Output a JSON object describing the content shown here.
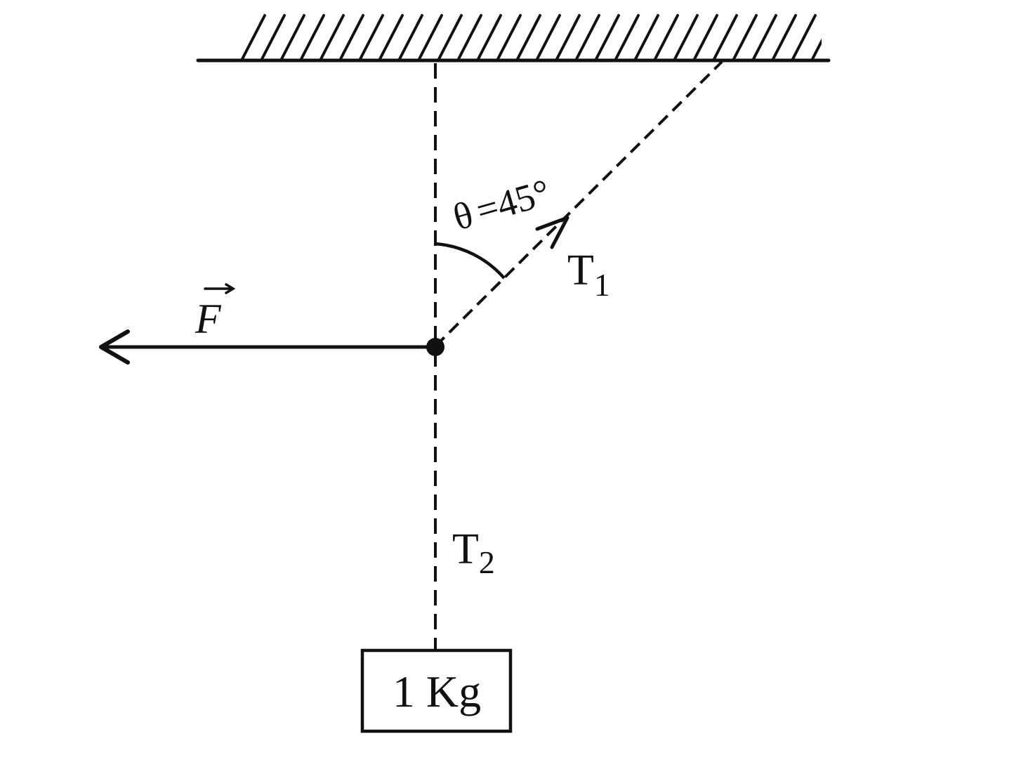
{
  "labels": {
    "angle_symbol": "θ",
    "angle_value": "=45°",
    "force": "F",
    "tension_1_letter": "T",
    "tension_1_subscript": "1",
    "tension_2_letter": "T",
    "tension_2_subscript": "2",
    "mass": "1 Kg"
  },
  "colors": {
    "ink": "#111111",
    "background": "#ffffff"
  }
}
